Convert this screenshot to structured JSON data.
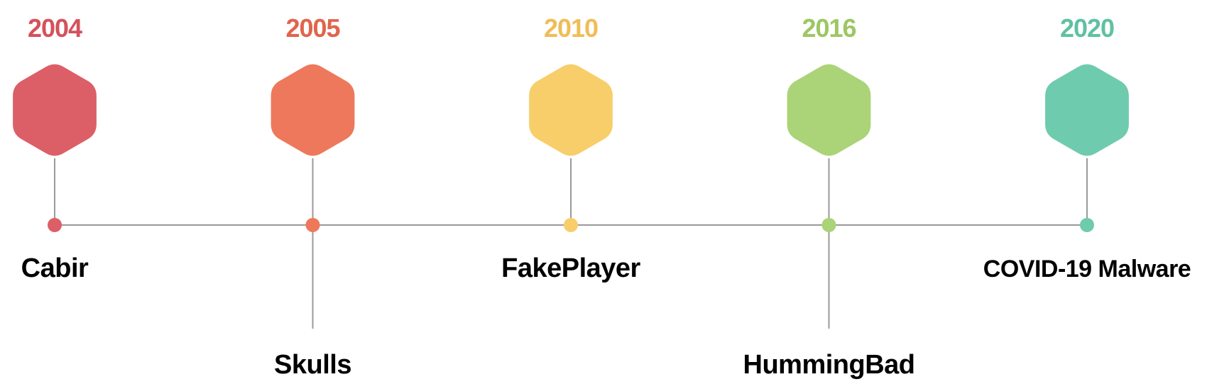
{
  "timeline": {
    "line_color": "#9a9a9a",
    "events": [
      {
        "year": "2004",
        "name": "Cabir",
        "color": "#dc5f68",
        "year_color": "#d4525b",
        "label_position": "above"
      },
      {
        "year": "2005",
        "name": "Skulls",
        "color": "#ee785b",
        "year_color": "#e0654c",
        "label_position": "below"
      },
      {
        "year": "2010",
        "name": "FakePlayer",
        "color": "#f8ce6a",
        "year_color": "#efbd57",
        "label_position": "above"
      },
      {
        "year": "2016",
        "name": "HummingBad",
        "color": "#abd377",
        "year_color": "#9cc763",
        "label_position": "below"
      },
      {
        "year": "2020",
        "name": "COVID-19 Malware",
        "color": "#6fcbae",
        "year_color": "#5fc1a2",
        "label_position": "above"
      }
    ]
  }
}
